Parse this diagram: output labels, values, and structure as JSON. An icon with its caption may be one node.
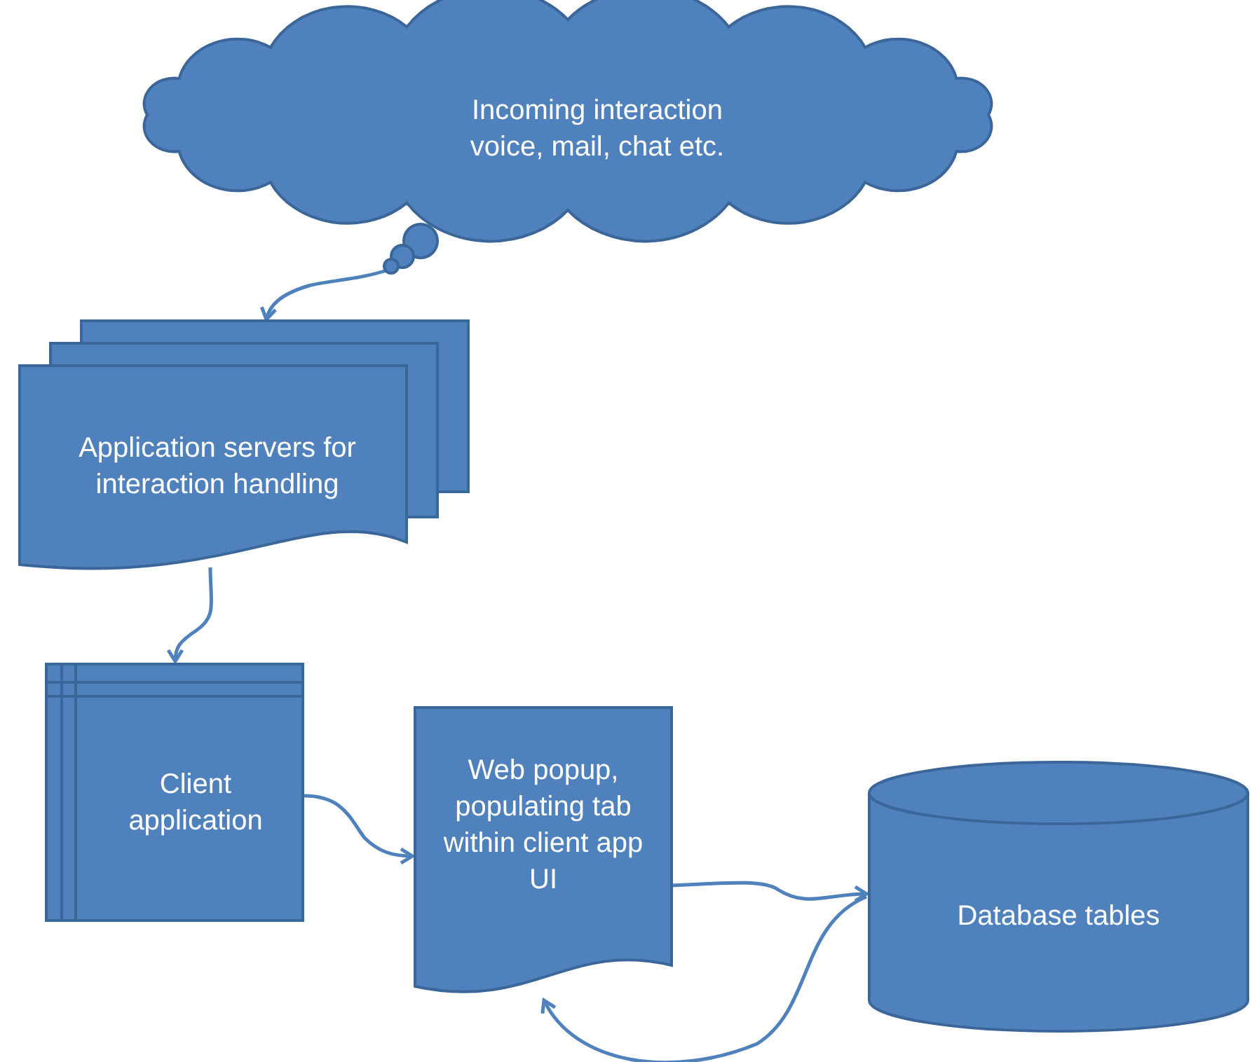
{
  "diagram": {
    "nodes": [
      {
        "text": [
          "Incoming interaction voice, mail, chat etc."
        ]
      },
      {
        "text": [
          "Application servers for interaction handling"
        ]
      },
      {
        "text": [
          "Client application"
        ]
      },
      {
        "text": [
          "Web popup, populating tab within client app UI"
        ]
      },
      {
        "text": [
          "Database tables"
        ]
      }
    ],
    "edges": [
      {
        "from": 0,
        "to": 1,
        "arrow": "to"
      },
      {
        "from": 1,
        "to": 2,
        "arrow": "to"
      },
      {
        "from": 2,
        "to": 3,
        "arrow": "to"
      },
      {
        "from": 3,
        "to": 4,
        "arrow": "to"
      },
      {
        "from": 4,
        "to": 3,
        "arrow": "to"
      }
    ]
  }
}
